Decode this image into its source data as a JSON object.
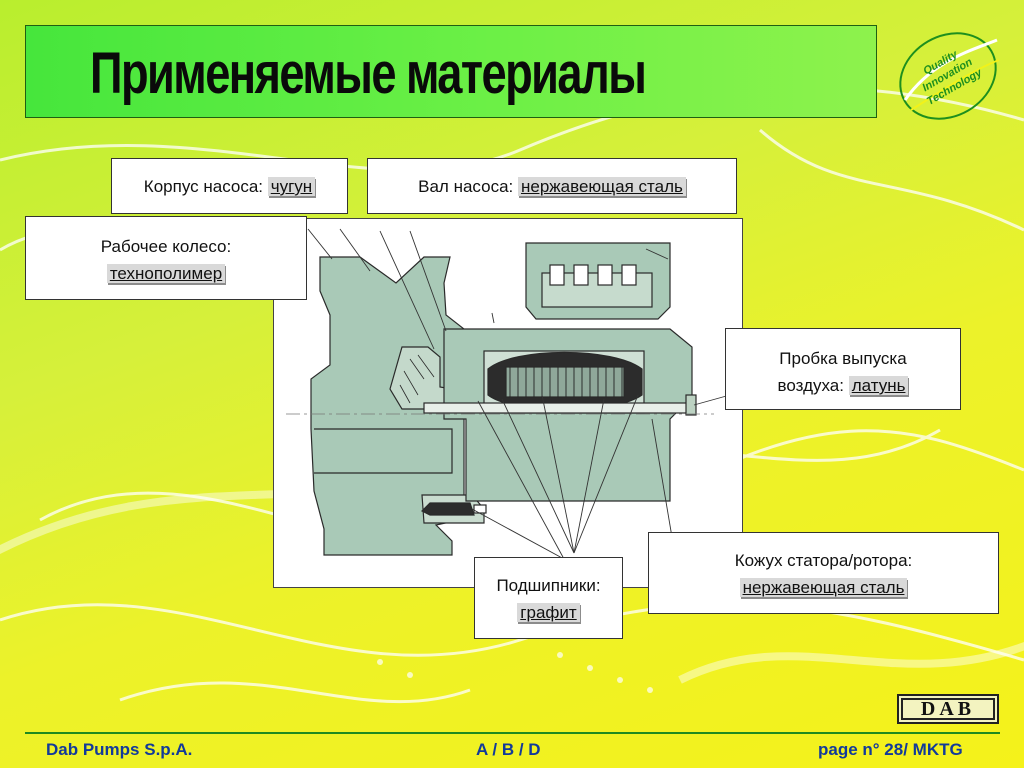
{
  "slide": {
    "title": "Применяемые материалы"
  },
  "logo": {
    "quality_line1": "Quality",
    "quality_line2": "Innovation",
    "quality_line3": "Technology",
    "brand": "DAB"
  },
  "labels": {
    "housing": {
      "text": "Корпус насоса:",
      "material": "чугун"
    },
    "shaft": {
      "text": "Вал насоса:",
      "material": "нержавеющая сталь"
    },
    "impeller": {
      "text": "Рабочее колесо:",
      "material": "технополимер"
    },
    "air_plug": {
      "text_line1": "Пробка выпуска",
      "text_line2": "воздуха:",
      "material": "латунь"
    },
    "can": {
      "text": "Кожух статора/ротора:",
      "material": "нержавеющая сталь"
    },
    "bearings": {
      "text": "Подшипники:",
      "material": "графит"
    }
  },
  "footer": {
    "company": "Dab Pumps S.p.A.",
    "section": "A / B / D",
    "page": "page n° 28/ MKTG"
  },
  "colors": {
    "title_bar": "#5cec44",
    "footer_text": "#123a9a",
    "pump_body": "#a9c9b7",
    "background": "#dcf034"
  }
}
